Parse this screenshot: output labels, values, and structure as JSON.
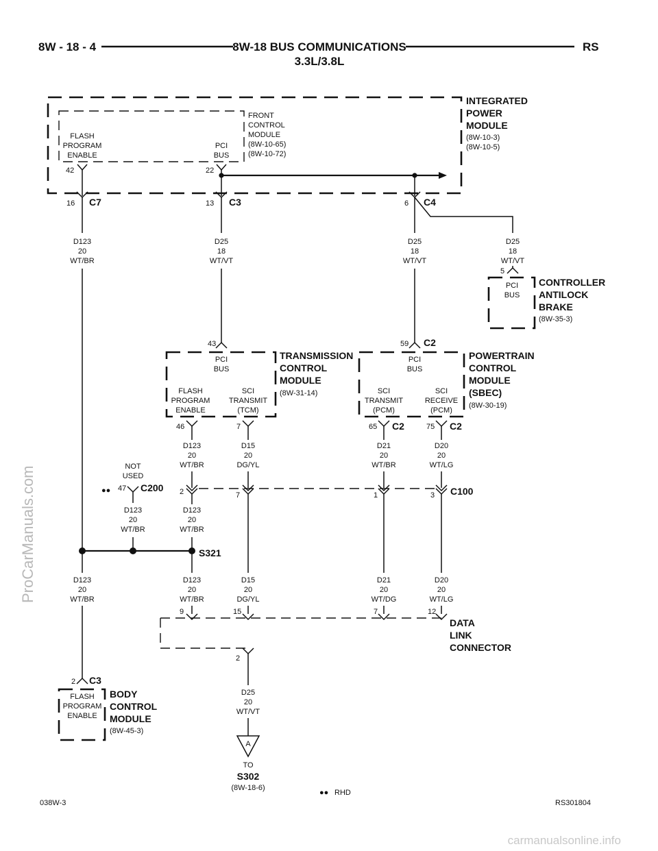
{
  "header": {
    "left": "8W - 18 - 4",
    "title": "8W-18 BUS COMMUNICATIONS",
    "subtitle": "3.3L/3.8L",
    "right": "RS"
  },
  "ipm": {
    "name_1": "INTEGRATED",
    "name_2": "POWER",
    "name_3": "MODULE",
    "ref_1": "(8W-10-3)",
    "ref_2": "(8W-10-5)"
  },
  "fcm": {
    "name_1": "FRONT",
    "name_2": "CONTROL",
    "name_3": "MODULE",
    "ref_1": "(8W-10-65)",
    "ref_2": "(8W-10-72)",
    "flash_1": "FLASH",
    "flash_2": "PROGRAM",
    "flash_3": "ENABLE",
    "pci_1": "PCI",
    "pci_2": "BUS",
    "pin_flash": "42",
    "pin_pci": "22"
  },
  "ipm_connectors": {
    "c7_pin": "16",
    "c7": "C7",
    "c3_pin": "13",
    "c3": "C3",
    "c4_pin": "6",
    "c4": "C4"
  },
  "wires_top": {
    "w1": [
      "D123",
      "20",
      "WT/BR"
    ],
    "w2": [
      "D25",
      "18",
      "WT/VT"
    ],
    "w3": [
      "D25",
      "18",
      "WT/VT"
    ],
    "w4": [
      "D25",
      "18",
      "WT/VT"
    ]
  },
  "cab": {
    "pin": "5",
    "pci_1": "PCI",
    "pci_2": "BUS",
    "name_1": "CONTROLLER",
    "name_2": "ANTILOCK",
    "name_3": "BRAKE",
    "ref": "(8W-35-3)"
  },
  "tcm": {
    "pin_pci": "43",
    "pci_1": "PCI",
    "pci_2": "BUS",
    "flash_1": "FLASH",
    "flash_2": "PROGRAM",
    "flash_3": "ENABLE",
    "sci_1": "SCI",
    "sci_2": "TRANSMIT",
    "sci_3": "(TCM)",
    "name_1": "TRANSMISSION",
    "name_2": "CONTROL",
    "name_3": "MODULE",
    "ref": "(8W-31-14)",
    "pin_flash": "46",
    "pin_sci": "7"
  },
  "pcm": {
    "pin_pci": "59",
    "conn_top": "C2",
    "pci_1": "PCI",
    "pci_2": "BUS",
    "sci_t_1": "SCI",
    "sci_t_2": "TRANSMIT",
    "sci_t_3": "(PCM)",
    "sci_r_1": "SCI",
    "sci_r_2": "RECEIVE",
    "sci_r_3": "(PCM)",
    "name_1": "POWERTRAIN",
    "name_2": "CONTROL",
    "name_3": "MODULE",
    "name_4": "(SBEC)",
    "ref": "(8W-30-19)",
    "pin_65": "65",
    "conn_65": "C2",
    "pin_75": "75",
    "conn_75": "C2"
  },
  "wires_mid": {
    "w1": [
      "D123",
      "20",
      "WT/BR"
    ],
    "w2": [
      "D15",
      "20",
      "DG/YL"
    ],
    "w3": [
      "D21",
      "20",
      "WT/BR"
    ],
    "w4": [
      "D20",
      "20",
      "WT/LG"
    ]
  },
  "c200": {
    "not_used_1": "NOT",
    "not_used_2": "USED",
    "dots": "●●",
    "pin": "47",
    "conn": "C200"
  },
  "c100": {
    "pin_a": "2",
    "pin_b": "7",
    "pin_c": "1",
    "pin_d": "3",
    "conn": "C100"
  },
  "wires_c200": {
    "w1": [
      "D123",
      "20",
      "WT/BR"
    ],
    "w2": [
      "D123",
      "20",
      "WT/BR"
    ]
  },
  "splice": {
    "name": "S321"
  },
  "wires_low": {
    "w1": [
      "D123",
      "20",
      "WT/BR"
    ],
    "w2": [
      "D123",
      "20",
      "WT/BR"
    ],
    "w3": [
      "D15",
      "20",
      "DG/YL"
    ],
    "w4": [
      "D21",
      "20",
      "WT/DG"
    ],
    "w5": [
      "D20",
      "20",
      "WT/LG"
    ]
  },
  "dlc": {
    "pin_9": "9",
    "pin_15": "15",
    "pin_7": "7",
    "pin_12": "12",
    "pin_2": "2",
    "name_1": "DATA",
    "name_2": "LINK",
    "name_3": "CONNECTOR"
  },
  "bcm": {
    "pin": "2",
    "conn": "C3",
    "flash_1": "FLASH",
    "flash_2": "PROGRAM",
    "flash_3": "ENABLE",
    "name_1": "BODY",
    "name_2": "CONTROL",
    "name_3": "MODULE",
    "ref": "(8W-45-3)"
  },
  "wire_bottom": [
    "D25",
    "20",
    "WT/VT"
  ],
  "offpage": {
    "marker": "A",
    "to": "TO",
    "dest": "S302",
    "ref": "(8W-18-6)"
  },
  "legend": {
    "dots": "●●",
    "text": "RHD"
  },
  "footer": {
    "left": "038W-3",
    "right": "RS301804"
  },
  "watermarks": {
    "side": "ProCarManuals.com",
    "bottom": "carmanualsonline.info"
  }
}
